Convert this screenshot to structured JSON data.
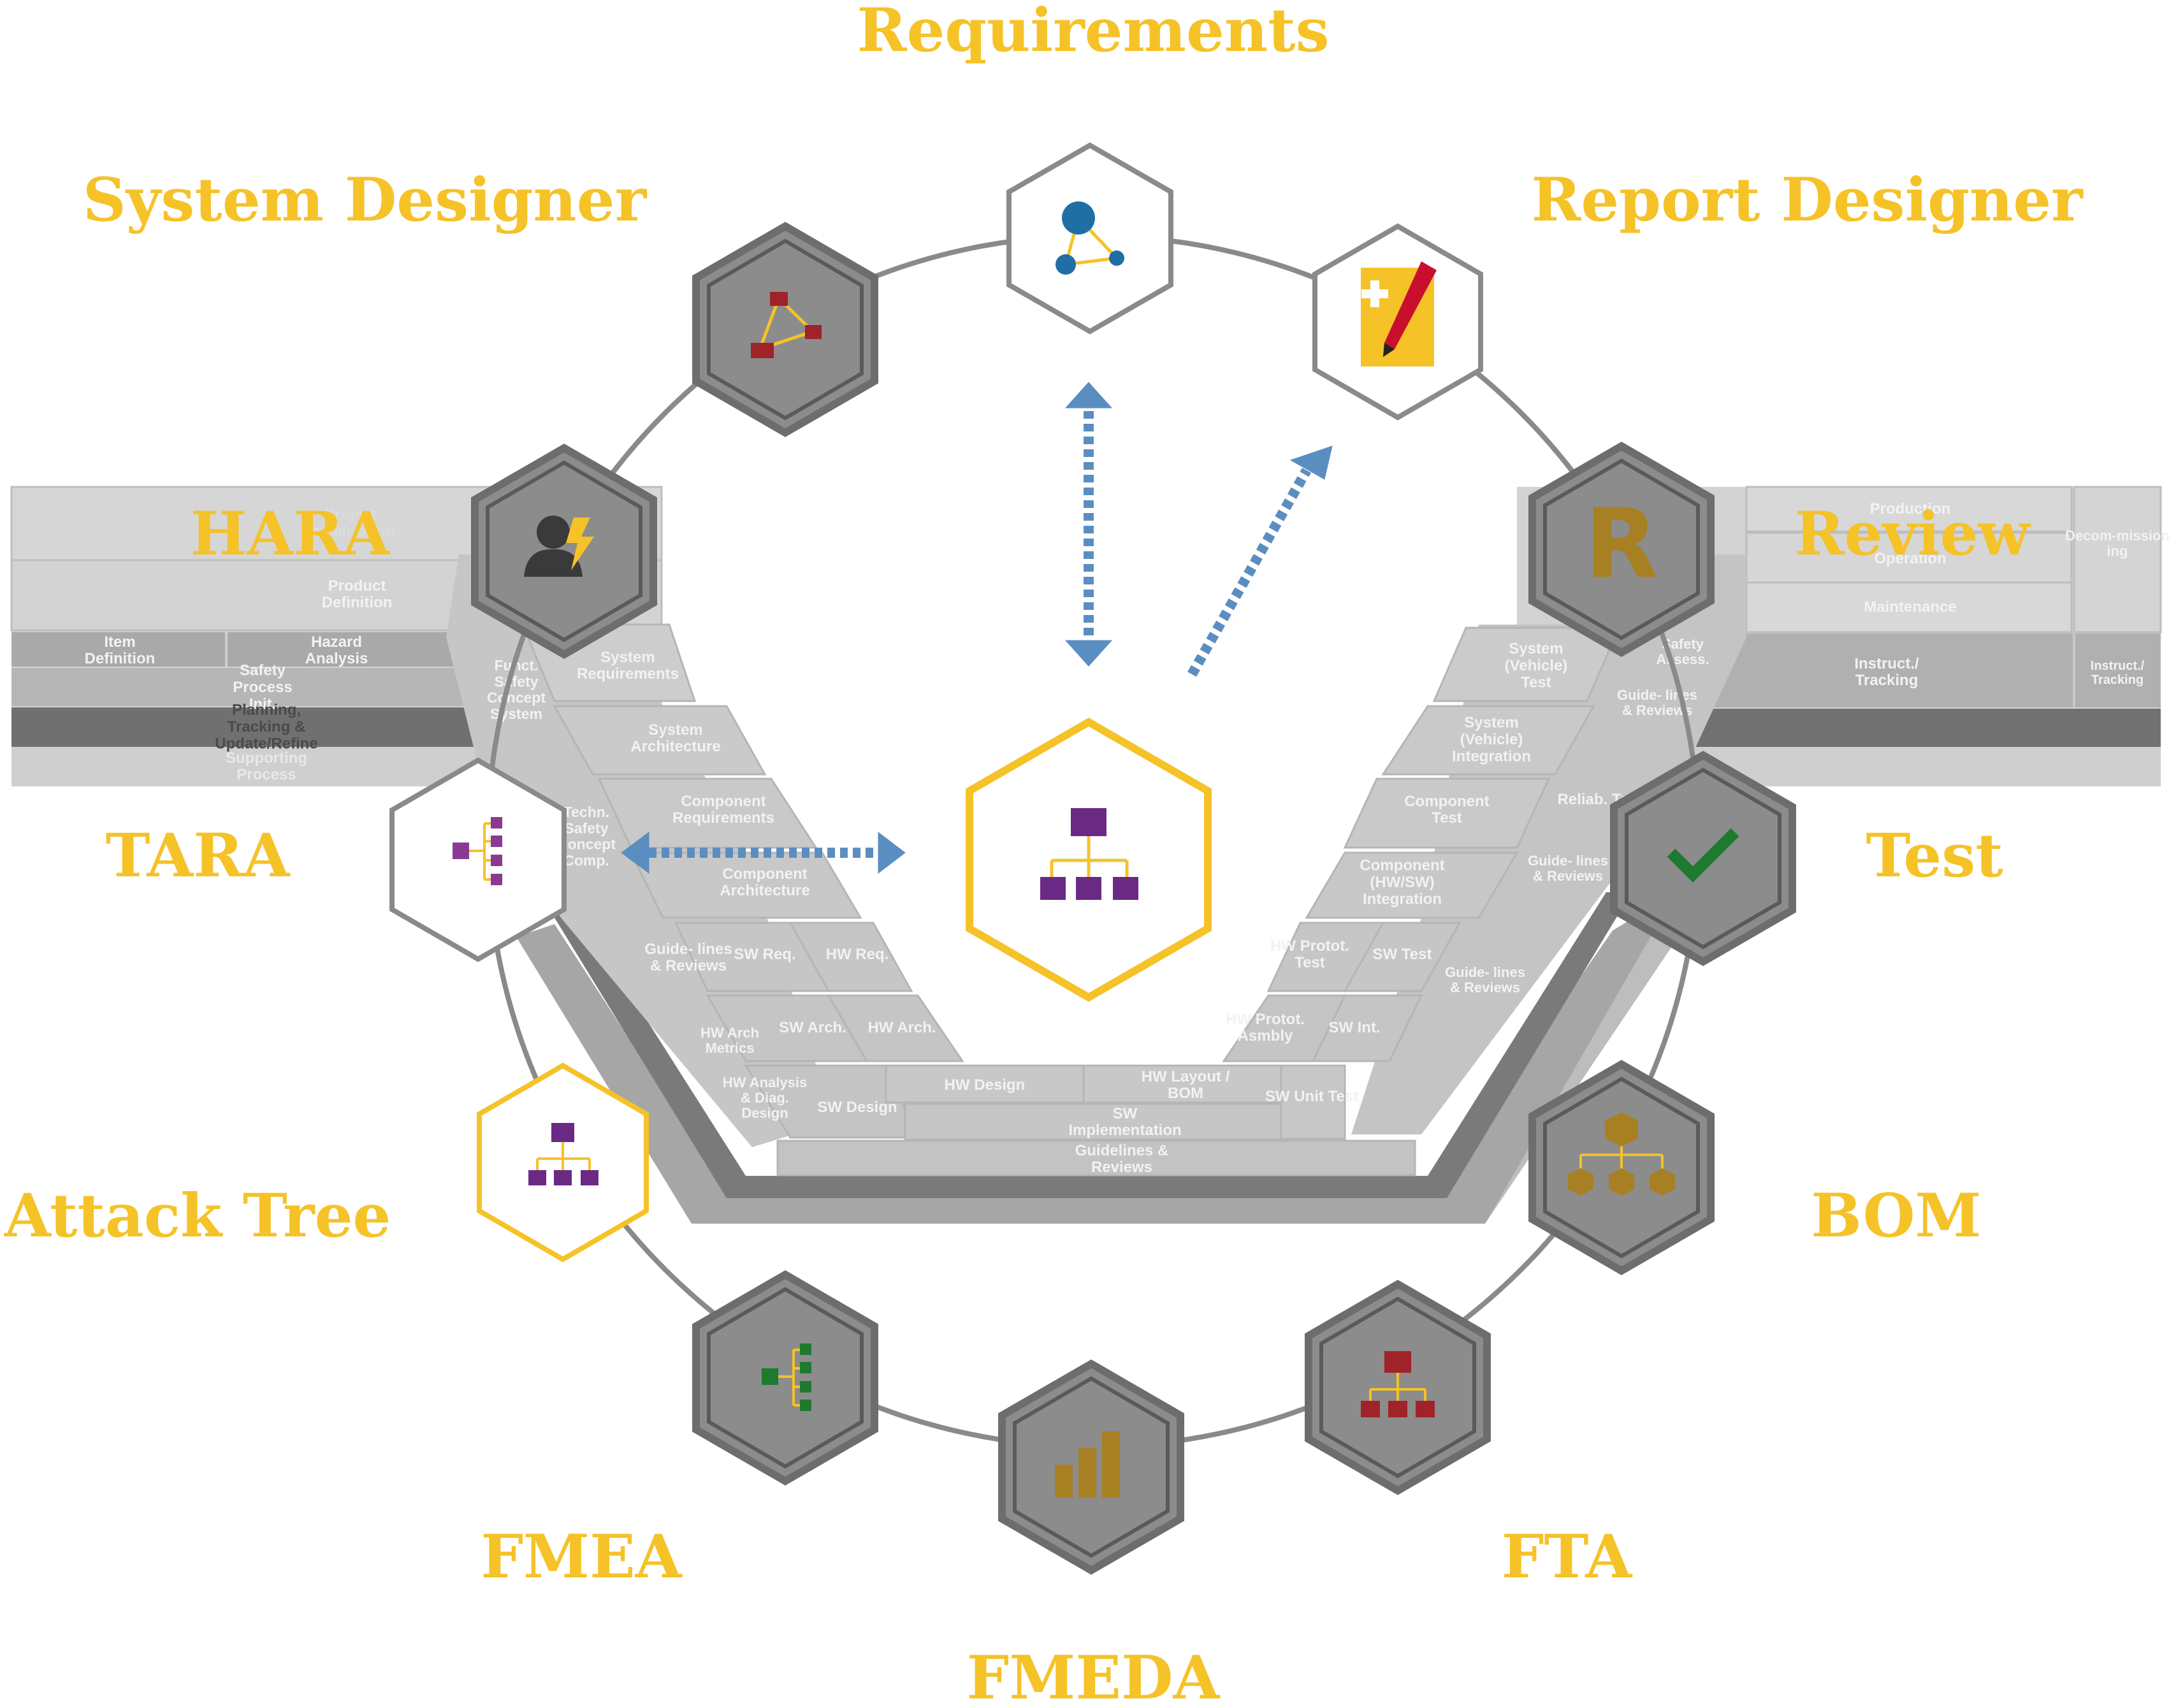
{
  "colors": {
    "accent_yellow": "#f5c228",
    "arrow_blue": "#5b8ec0",
    "ring_gray": "#8a8a8a",
    "hex_gray": "#8c8c8c",
    "purple": "#6a2a84",
    "dark_red": "#a0232a",
    "green": "#1e7a2e",
    "gold": "#a88024",
    "blue": "#1f6fa5"
  },
  "tools": {
    "requirements": {
      "label": "Requirements",
      "icon": "network-graph-icon"
    },
    "report_designer": {
      "label": "Report Designer",
      "icon": "report-pencil-icon"
    },
    "review": {
      "label": "Review",
      "icon": "letter-r-icon",
      "icon_text": "R"
    },
    "test": {
      "label": "Test",
      "icon": "checkmark-icon"
    },
    "bom": {
      "label": "BOM",
      "icon": "cube-hierarchy-icon"
    },
    "fta": {
      "label": "FTA",
      "icon": "fault-tree-icon"
    },
    "fmeda": {
      "label": "FMEDA",
      "icon": "bar-chart-icon"
    },
    "fmea": {
      "label": "FMEA",
      "icon": "tree-branch-icon"
    },
    "attack_tree": {
      "label": "Attack Tree",
      "icon": "attack-tree-icon"
    },
    "tara": {
      "label": "TARA",
      "icon": "threat-tree-icon"
    },
    "hara": {
      "label": "HARA",
      "icon": "person-hazard-icon"
    },
    "system_designer": {
      "label": "System Designer",
      "icon": "triangle-network-icon"
    },
    "center": {
      "icon": "org-chart-icon"
    }
  },
  "vmodel": {
    "left_table": {
      "project_initialization": "Project Initialization",
      "product_definition": "Product Definition",
      "item_definition": "Item Definition",
      "hazard_analysis": "Hazard Analysis",
      "safety_process_init": "Safety Process Init.",
      "planning": "Planning, Tracking & Update/Refine",
      "supporting_process": "Supporting Process"
    },
    "right_table": {
      "production": "Production",
      "operation": "Operation",
      "maintenance": "Maintenance",
      "decommissioning": "Decom-mission ing",
      "instruct_tracking_1": "Instruct./ Tracking",
      "instruct_tracking_2": "Instruct./ Tracking",
      "safety_assess": "Safety Assess."
    },
    "left_arm": {
      "funct_safety_concept": "Funct. Safety Concept System",
      "system_requirements": "System Requirements",
      "system_architecture": "System Architecture",
      "techn_safety_concept": "Techn. Safety Concept Comp.",
      "component_requirements": "Component Requirements",
      "component_architecture": "Component Architecture",
      "guidelines_reviews": "Guide- lines & Reviews",
      "sw_req": "SW Req.",
      "hw_req": "HW Req.",
      "sw_arch": "SW Arch.",
      "hw_arch": "HW Arch.",
      "hw_arch_metrics": "HW Arch Metrics",
      "hw_analysis": "HW Analysis & Diag. Design",
      "sw_design": "SW Design"
    },
    "bottom": {
      "hw_design": "HW Design",
      "hw_layout_bom": "HW Layout / BOM",
      "sw_implementation": "SW Implementation",
      "guidelines_reviews": "Guidelines & Reviews",
      "sw_unit_test": "SW Unit Test"
    },
    "right_arm": {
      "system_vehicle_test": "System (Vehicle) Test",
      "guidelines_reviews_top": "Guide- lines & Reviews",
      "system_vehicle_integration": "System (Vehicle) Integration",
      "reliab_test": "Reliab. Test",
      "component_test": "Component Test",
      "guidelines_reviews_mid": "Guide- lines & Reviews",
      "component_integration": "Component (HW/SW) Integration",
      "hw_protot_test": "HW Protot. Test",
      "sw_test": "SW Test",
      "guidelines_reviews_low": "Guide- lines & Reviews",
      "hw_protot_asmbly": "HW Protot. Asmbly",
      "sw_int": "SW Int."
    }
  }
}
